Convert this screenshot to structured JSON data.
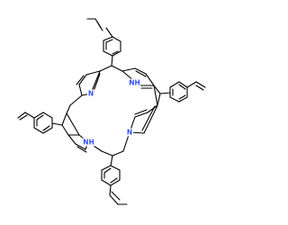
{
  "molecule": {
    "atom_labels": {
      "nitrogen_top_left": "N",
      "nitrogen_top_right": "NH",
      "nitrogen_bottom_right": "N",
      "nitrogen_bottom_left": "NH"
    },
    "colors": {
      "bond": "#000000",
      "nitrogen": "#3050F8",
      "background": "#ffffff"
    }
  }
}
